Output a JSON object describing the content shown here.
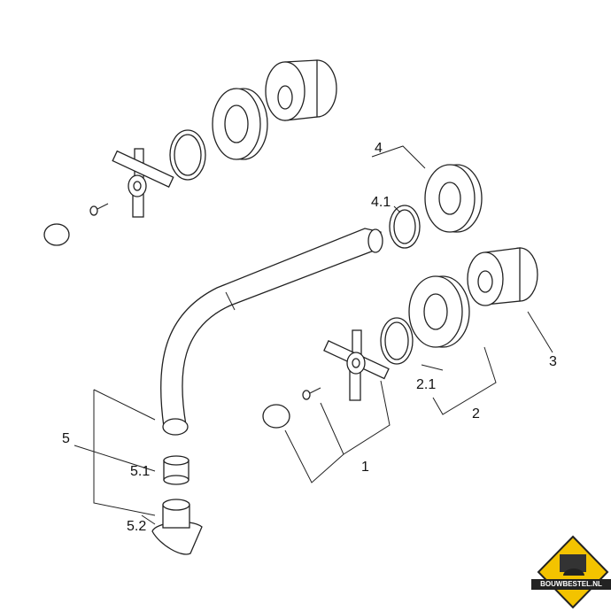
{
  "diagram": {
    "title": "Exploded view wall-mounted mixer tap",
    "labels": {
      "l1": "1",
      "l2": "2",
      "l2_1": "2.1",
      "l3": "3",
      "l4": "4",
      "l4_1": "4.1",
      "l5": "5",
      "l5_1": "5.1",
      "l5_2": "5.2"
    }
  },
  "logo": {
    "text": "BOUWBESTEL.NL",
    "color": "#f3c300"
  }
}
